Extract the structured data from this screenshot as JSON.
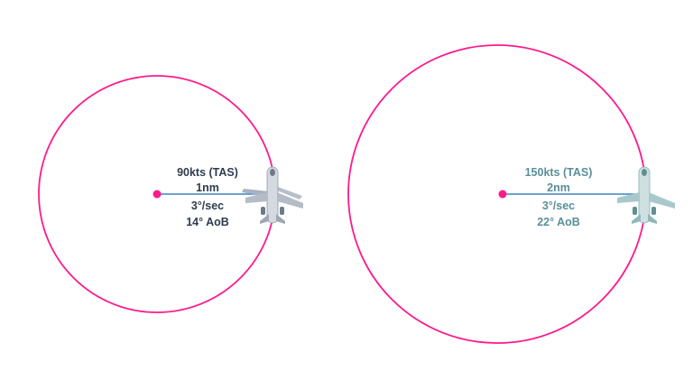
{
  "colors": {
    "circle": "#ff1a8c",
    "center_dot": "#ff1a8c",
    "radius_line": "#3b82c4",
    "text_left": "#2f3b4d",
    "text_right": "#5a8f99",
    "plane_left": "#8f99a8",
    "plane_right": "#7fb0b5"
  },
  "left_turn": {
    "speed": "90kts (TAS)",
    "radius": "1nm",
    "rate": "3°/sec",
    "bank": "14° AoB",
    "icon": "airplane-icon"
  },
  "right_turn": {
    "speed": "150kts (TAS)",
    "radius": "2nm",
    "rate": "3°/sec",
    "bank": "22° AoB",
    "icon": "airplane-icon"
  }
}
